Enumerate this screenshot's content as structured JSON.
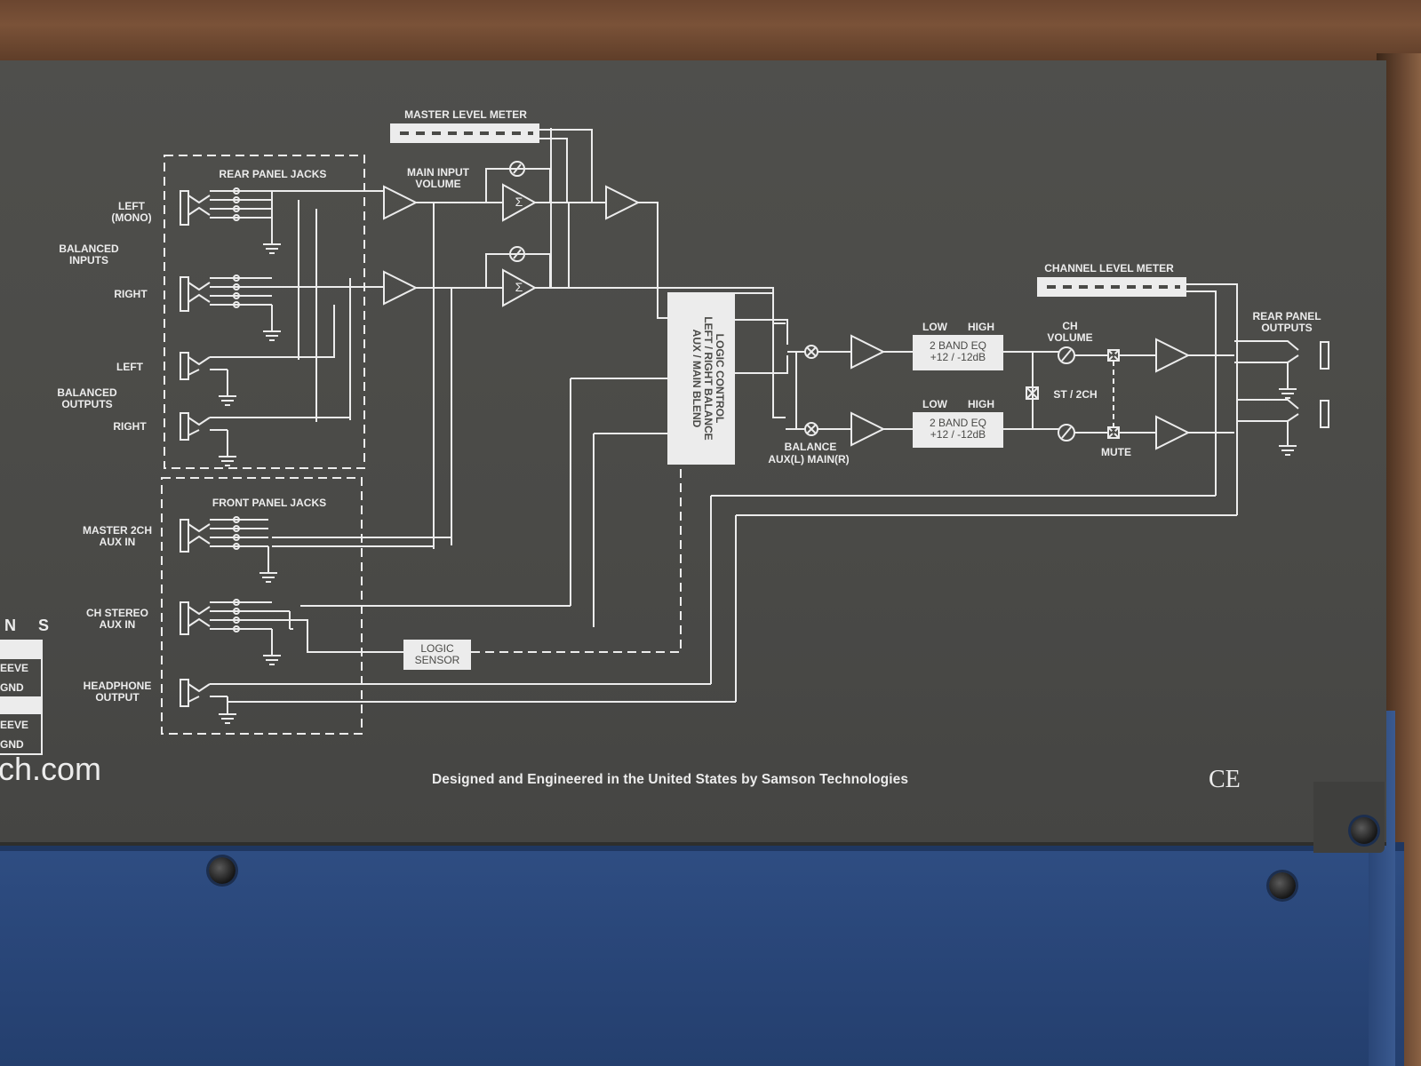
{
  "diagram": {
    "master_level_meter": "MASTER LEVEL METER",
    "rear_panel_jacks": "REAR PANEL JACKS",
    "main_input_volume": "MAIN INPUT\nVOLUME",
    "left_mono": "LEFT\n(MONO)",
    "balanced_inputs": "BALANCED\nINPUTS",
    "right_in": "RIGHT",
    "left_out": "LEFT",
    "balanced_outputs": "BALANCED\nOUTPUTS",
    "right_out": "RIGHT",
    "front_panel_jacks": "FRONT PANEL JACKS",
    "master_2ch_aux_in": "MASTER 2CH\nAUX IN",
    "ch_stereo_aux_in": "CH STEREO\nAUX IN",
    "headphone_output": "HEADPHONE\nOUTPUT",
    "logic_sensor": "LOGIC\nSENSOR",
    "logic_control": "LOGIC CONTROL\nLEFT / RIGHT BALANCE\nAUX / MAIN BLEND",
    "balance": "BALANCE",
    "aux_main": "AUX(L)  MAIN(R)",
    "low": "LOW",
    "high": "HIGH",
    "eq_label": "2 BAND EQ\n+12 / -12dB",
    "channel_level_meter": "CHANNEL LEVEL METER",
    "ch_volume": "CH\nVOLUME",
    "st_2ch": "ST / 2CH",
    "mute": "MUTE",
    "rear_panel_outputs": "REAR PANEL\nOUTPUTS",
    "sigma": "Σ"
  },
  "panel": {
    "footer_text": "Designed and Engineered in the United States by Samson Technologies",
    "url_fragment": "ch.com",
    "ce_mark": "CE",
    "ns_fragment": "N S",
    "key_rows": [
      "EEVE",
      "GND",
      "EEVE",
      "GND"
    ]
  },
  "colors": {
    "panel": "#4a4a47",
    "print": "#ececec",
    "chassis": "#2a477a"
  }
}
